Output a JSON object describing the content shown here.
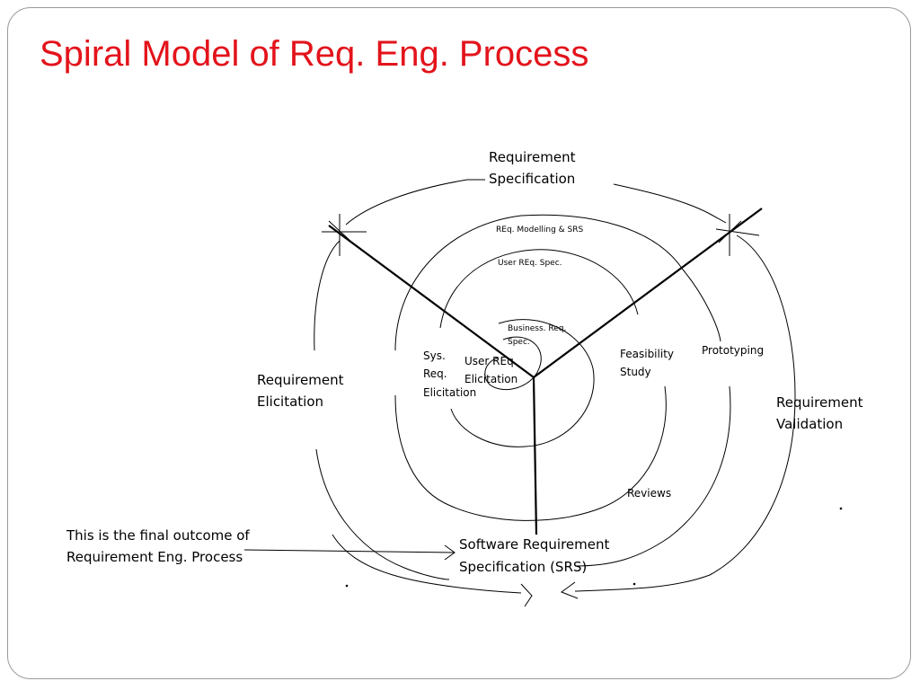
{
  "slide": {
    "title": "Spiral Model of Req. Eng. Process"
  },
  "diagram": {
    "outer_labels": {
      "specification": [
        "Requirement",
        "Specification"
      ],
      "elicitation": [
        "Requirement",
        "Elicitation"
      ],
      "validation": [
        "Requirement",
        "Validation"
      ]
    },
    "inner_labels": {
      "req_modelling_srs": "REq. Modelling & SRS",
      "user_req_spec": "User REq. Spec.",
      "business_req_spec": [
        "Business. Req.",
        "Spec."
      ],
      "sys_req_elicitation": [
        "Sys.",
        "Req.",
        "Elicitation"
      ],
      "user_req_elicitation": [
        "User REq.",
        "Elicitation"
      ],
      "feasibility_study": [
        "Feasibility",
        "Study"
      ],
      "prototyping": "Prototyping",
      "reviews": "Reviews"
    },
    "outcome": {
      "note": [
        "This is the final outcome of",
        "Requirement Eng. Process"
      ],
      "srs": [
        "Software Requirement",
        "Specification (SRS)"
      ]
    }
  }
}
